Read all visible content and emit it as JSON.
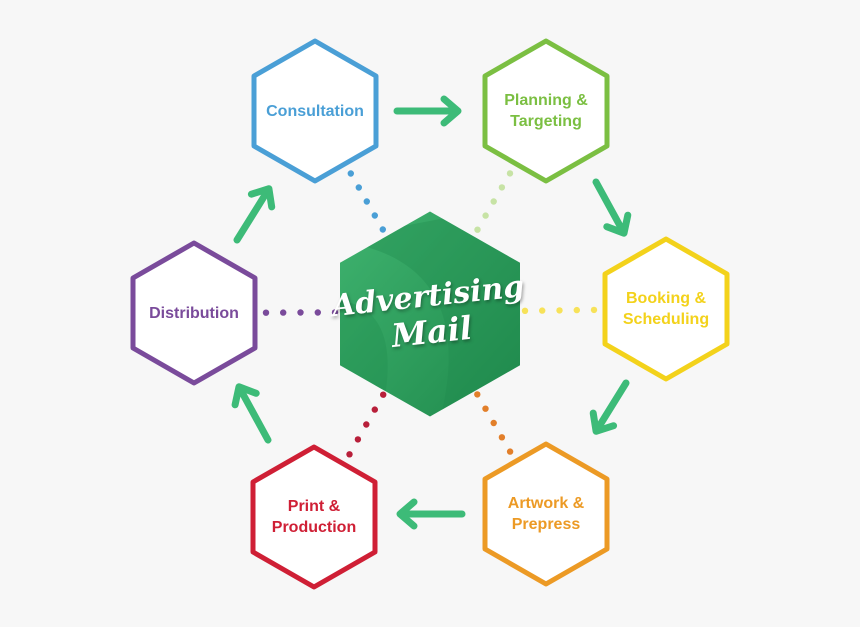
{
  "center": {
    "line1": "Advertising",
    "line2": "Mail",
    "color_light": "#3fb36f",
    "color_dark": "#1f8a4c"
  },
  "arrow_color": "#3dbb78",
  "steps": [
    {
      "id": "consultation",
      "lines": [
        "Consultation"
      ],
      "color": "#4a9fd6",
      "dot_color": "#4a9fd6"
    },
    {
      "id": "planning-targeting",
      "lines": [
        "Planning &",
        "Targeting"
      ],
      "color": "#7bbf42",
      "dot_color": "#c7e3a5"
    },
    {
      "id": "booking-scheduling",
      "lines": [
        "Booking &",
        "Scheduling"
      ],
      "color": "#f3d21b",
      "dot_color": "#f7e259"
    },
    {
      "id": "artwork-prepress",
      "lines": [
        "Artwork &",
        "Prepress"
      ],
      "color": "#ec9a25",
      "dot_color": "#e27f2a"
    },
    {
      "id": "print-production",
      "lines": [
        "Print &",
        "Production"
      ],
      "color": "#cf1f35",
      "dot_color": "#b81f3a"
    },
    {
      "id": "distribution",
      "lines": [
        "Distribution"
      ],
      "color": "#7a4b9b",
      "dot_color": "#7a4b9b"
    }
  ]
}
